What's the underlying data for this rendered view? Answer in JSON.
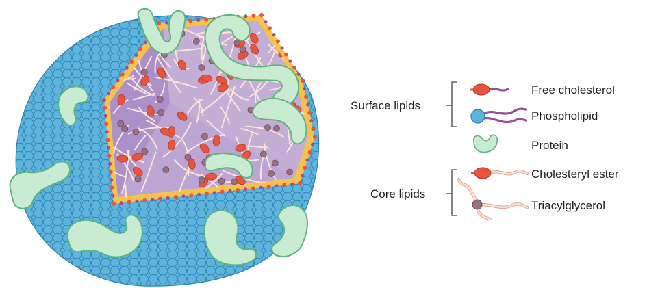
{
  "legend": {
    "groups": [
      {
        "label": "Surface lipids"
      },
      {
        "label": "Core lipids"
      }
    ],
    "items": [
      {
        "label": "Free cholesterol",
        "icon": "free-cholesterol-icon"
      },
      {
        "label": "Phospholipid",
        "icon": "phospholipid-icon"
      },
      {
        "label": "Protein",
        "icon": "protein-icon"
      },
      {
        "label": "Cholesteryl ester",
        "icon": "cholesteryl-ester-icon"
      },
      {
        "label": "Triacylglycerol",
        "icon": "triacylglycerol-icon"
      }
    ]
  },
  "colors": {
    "phospholipid_head": "#5bb3d9",
    "phospholipid_head_stroke": "#2f86b4",
    "protein_fill": "#c8ebd2",
    "protein_stroke": "#5fb37c",
    "core_fill": "#c3aed6",
    "core_dark": "#a486c4",
    "cholesterol": "#e8543e",
    "tail_purple": "#9c4ba0",
    "triacylglycerol_head": "#9b6f82",
    "tail_light": "#f7e1d6",
    "tail_edge": "#e2a58b",
    "membrane_yellow": "#f6c24b"
  }
}
